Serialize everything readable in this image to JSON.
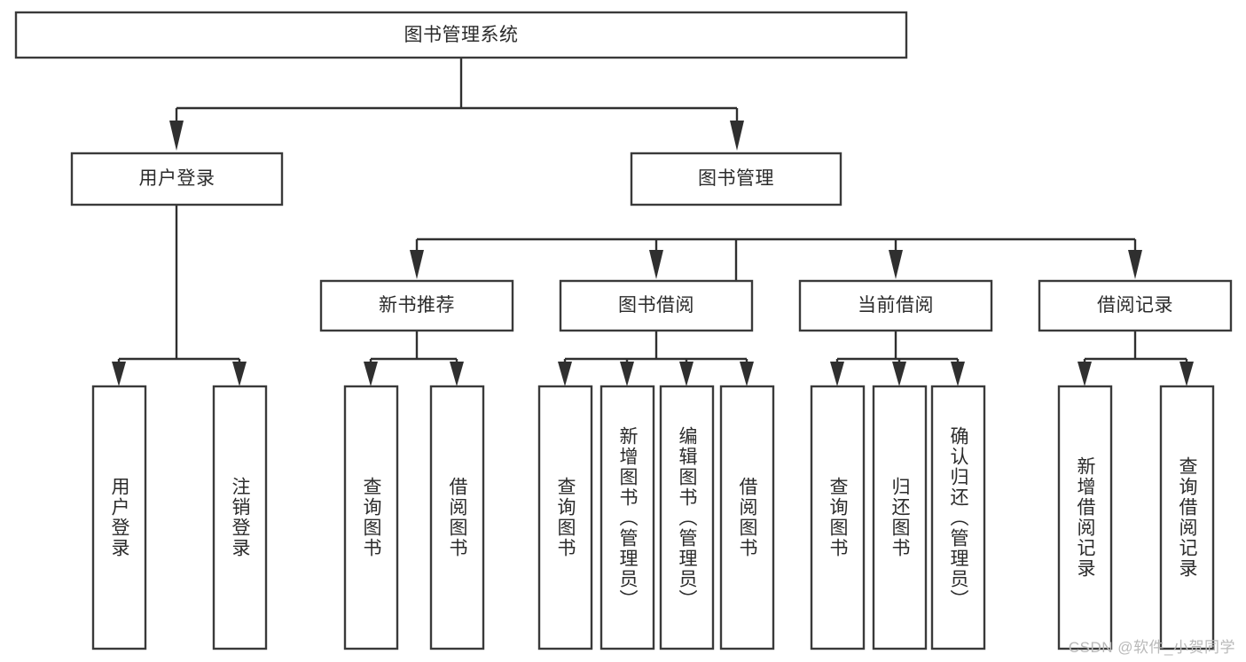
{
  "diagram": {
    "type": "hierarchy-tree",
    "title": "图书管理系统",
    "orientation": "top-down",
    "colors": {
      "box_fill": "#ffffff",
      "box_stroke": "#3a3a3a",
      "connector": "#2f2f2f",
      "text": "#2b2b2b",
      "watermark": "#b9b9b9",
      "background": "#ffffff"
    },
    "levels": [
      {
        "level": 1,
        "nodes": [
          {
            "id": "root",
            "label": "图书管理系统",
            "text_orientation": "horizontal"
          }
        ]
      },
      {
        "level": 2,
        "nodes": [
          {
            "id": "user-login",
            "label": "用户登录",
            "text_orientation": "horizontal",
            "parent": "root"
          },
          {
            "id": "book-manage",
            "label": "图书管理",
            "text_orientation": "horizontal",
            "parent": "root"
          }
        ]
      },
      {
        "level": 3,
        "nodes": [
          {
            "id": "new-book-rec",
            "label": "新书推荐",
            "text_orientation": "horizontal",
            "parent": "book-manage"
          },
          {
            "id": "book-borrow",
            "label": "图书借阅",
            "text_orientation": "horizontal",
            "parent": "book-manage"
          },
          {
            "id": "current-borrow",
            "label": "当前借阅",
            "text_orientation": "horizontal",
            "parent": "book-manage"
          },
          {
            "id": "borrow-record",
            "label": "借阅记录",
            "text_orientation": "horizontal",
            "parent": "book-manage"
          }
        ]
      },
      {
        "level": 4,
        "nodes": [
          {
            "id": "leaf-user-login",
            "label": "用户登录",
            "text_orientation": "vertical",
            "parent": "user-login"
          },
          {
            "id": "leaf-user-logout",
            "label": "注销登录",
            "text_orientation": "vertical",
            "parent": "user-login"
          },
          {
            "id": "leaf-rec-query",
            "label": "查询图书",
            "text_orientation": "vertical",
            "parent": "new-book-rec"
          },
          {
            "id": "leaf-rec-borrow",
            "label": "借阅图书",
            "text_orientation": "vertical",
            "parent": "new-book-rec"
          },
          {
            "id": "leaf-borrow-query",
            "label": "查询图书",
            "text_orientation": "vertical",
            "parent": "book-borrow"
          },
          {
            "id": "leaf-borrow-add",
            "label": "新增图书（管理员）",
            "text_orientation": "vertical",
            "parent": "book-borrow"
          },
          {
            "id": "leaf-borrow-edit",
            "label": "编辑图书（管理员）",
            "text_orientation": "vertical",
            "parent": "book-borrow"
          },
          {
            "id": "leaf-borrow-lend",
            "label": "借阅图书",
            "text_orientation": "vertical",
            "parent": "book-borrow"
          },
          {
            "id": "leaf-current-query",
            "label": "查询图书",
            "text_orientation": "vertical",
            "parent": "current-borrow"
          },
          {
            "id": "leaf-current-return",
            "label": "归还图书",
            "text_orientation": "vertical",
            "parent": "current-borrow"
          },
          {
            "id": "leaf-current-confirm",
            "label": "确认归还（管理员）",
            "text_orientation": "vertical",
            "parent": "current-borrow"
          },
          {
            "id": "leaf-record-add",
            "label": "新增借阅记录",
            "text_orientation": "vertical",
            "parent": "borrow-record"
          },
          {
            "id": "leaf-record-query",
            "label": "查询借阅记录",
            "text_orientation": "vertical",
            "parent": "borrow-record"
          }
        ]
      }
    ]
  },
  "watermark": {
    "text": "CSDN @软件_小贺同学"
  }
}
